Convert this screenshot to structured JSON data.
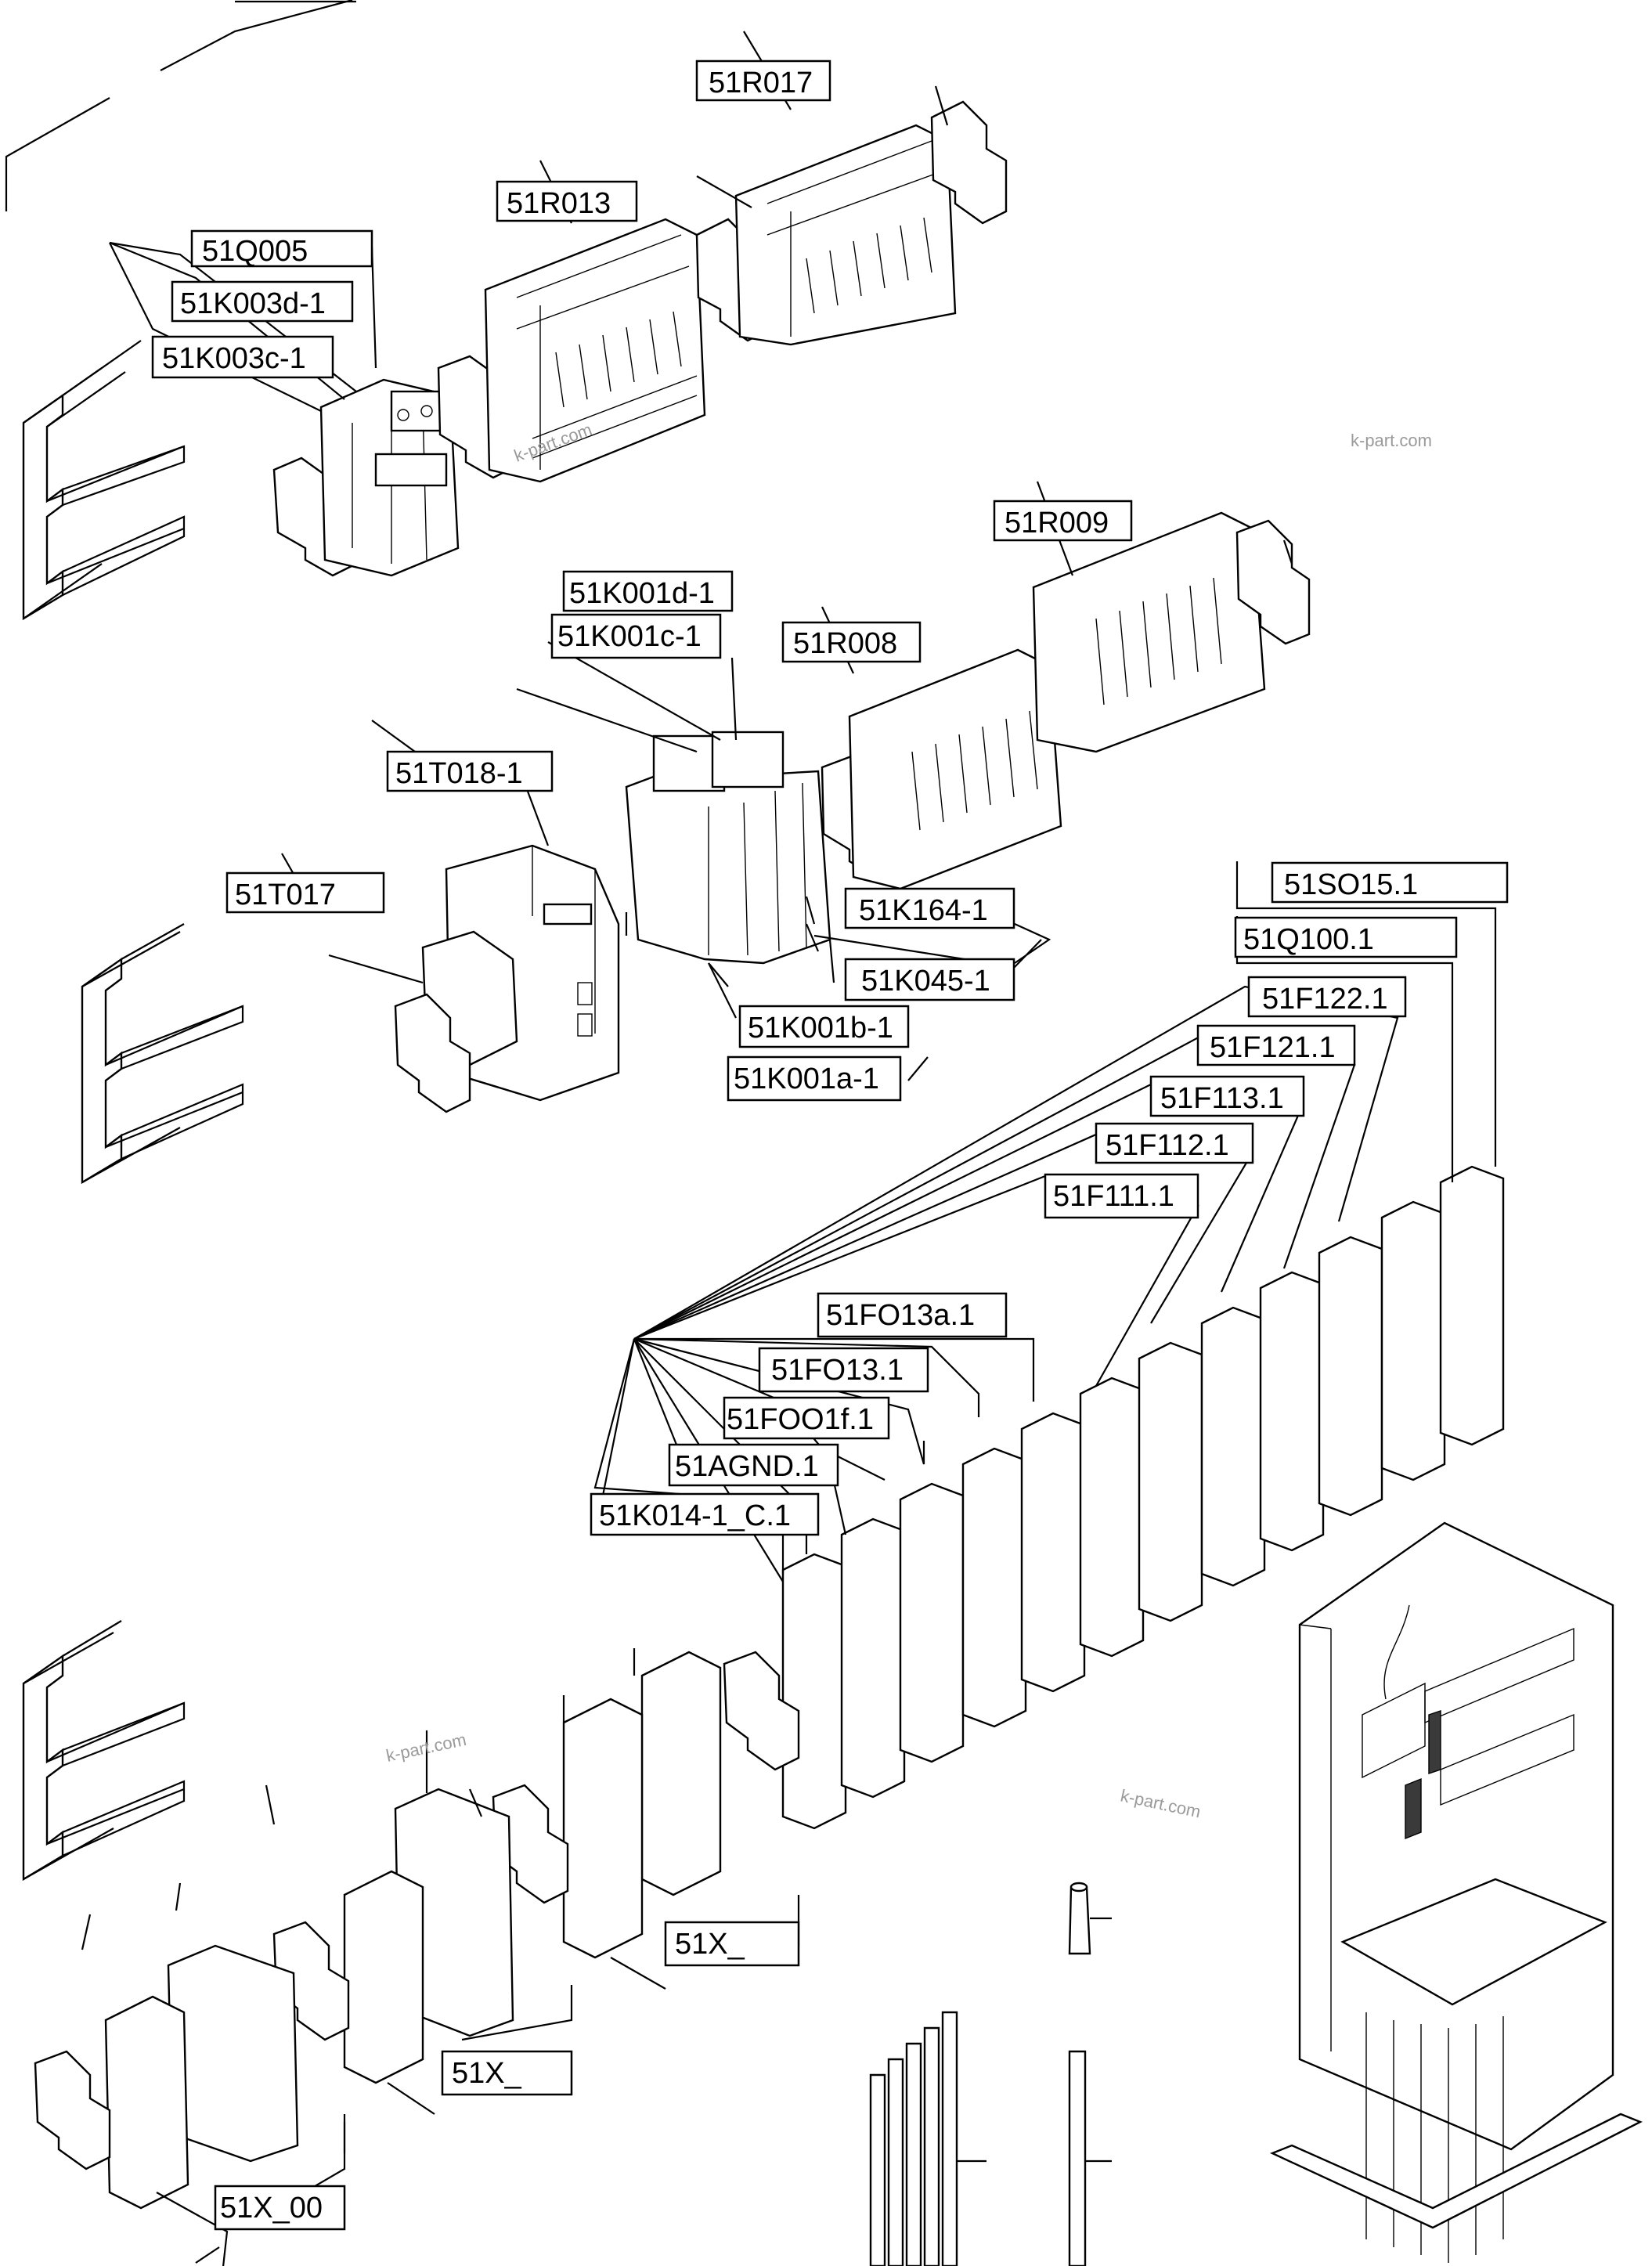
{
  "labels": {
    "r017": "51R017",
    "r013": "51R013",
    "q005": "51Q005",
    "k003d": "51K003d-1",
    "k003c": "51K003c-1",
    "r009": "51R009",
    "k001d": "51K001d-1",
    "k001c": "51K001c-1",
    "r008": "51R008",
    "t018": "51T018-1",
    "t017": "51T017",
    "k164": "51K164-1",
    "k045": "51K045-1",
    "k001b": "51K001b-1",
    "k001a": "51K001a-1",
    "so15": "51SO15.1",
    "q100": "51Q100.1",
    "f122": "51F122.1",
    "f121": "51F121.1",
    "f113": "51F113.1",
    "f112": "51F112.1",
    "f111": "51F111.1",
    "fo13a": "51FO13a.1",
    "fo13": "51FO13.1",
    "foo1f": "51FOO1f.1",
    "agnd": "51AGND.1",
    "k014": "51K014-1_C.1",
    "x_1": "51X_",
    "x_2": "51X_",
    "x_00": "51X_00"
  },
  "watermarks": {
    "w1": "k-part.com",
    "w2": "k-part.com",
    "w3": "k-part.com",
    "w4": "k-part.com"
  }
}
